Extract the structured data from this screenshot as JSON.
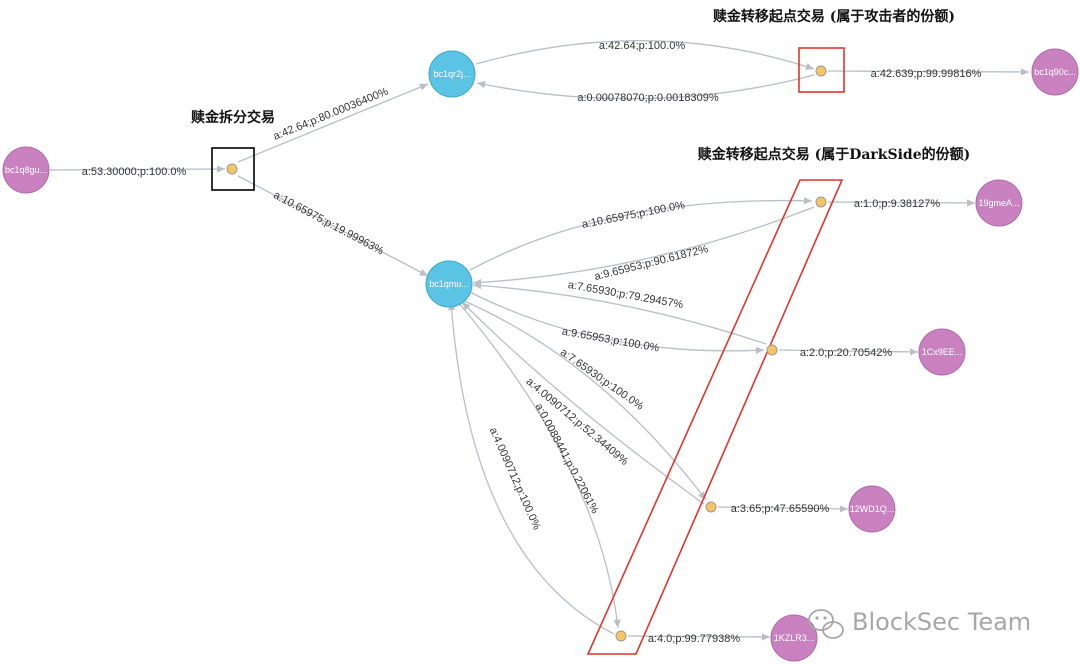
{
  "colors": {
    "address_node": "#c982bf",
    "address_node_stroke": "#b06ca8",
    "cluster_node": "#5bc3e4",
    "cluster_node_stroke": "#3ea9cc",
    "tx_node": "#f6c563",
    "tx_node_stroke": "#9b9b9b",
    "edge": "#b9bec7",
    "highlight_red": "#e2352b",
    "highlight_black": "#000000"
  },
  "annotations": {
    "split_tx": "赎金拆分交易",
    "attacker_start": "赎金转移起点交易 (属于攻击者的份额)",
    "darkside_start": "赎金转移起点交易 (属于DarkSide的份额)"
  },
  "nodes": {
    "addr_source": "bc1q8gu...",
    "cluster_top": "bc1qr2j...",
    "cluster_main": "bc1qmu...",
    "addr_top_dest": "bc1q90c...",
    "addr_19gme": "19gmeA...",
    "addr_1cx9": "1Cx9EE...",
    "addr_12wd": "12WD1Q...",
    "addr_1kzl": "1KZLR3..."
  },
  "edges": {
    "e1": "a:53.30000;p:100.0%",
    "e2": "a:42.64;p:80.00036400%",
    "e3": "a:10.65975;p:19.99963%",
    "e4": "a:42.64;p:100.0%",
    "e5": "a:0.00078070;p:0.0018309%",
    "e6": "a:42.639;p:99.99816%",
    "e7": "a:10.65975;p:100.0%",
    "e8": "a:9.65953;p:90.61872%",
    "e9": "a:1.0;p:9.38127%",
    "e10": "a:7.65930;p:79.29457%",
    "e11": "a:9.65953;p:100.0%",
    "e12": "a:2.0;p:20.70542%",
    "e13": "a:7.65930;p:100.0%",
    "e14": "a:4.0090712;p:52.34409%",
    "e15": "a:3.65;p:47.65590%",
    "e16": "a:0.0088441;p:0.22061%",
    "e17": "a:4.0090712;p:100.0%",
    "e18": "a:4.0;p:99.77938%"
  },
  "watermark": {
    "text": "BlockSec Team",
    "icon": "wechat-icon"
  }
}
